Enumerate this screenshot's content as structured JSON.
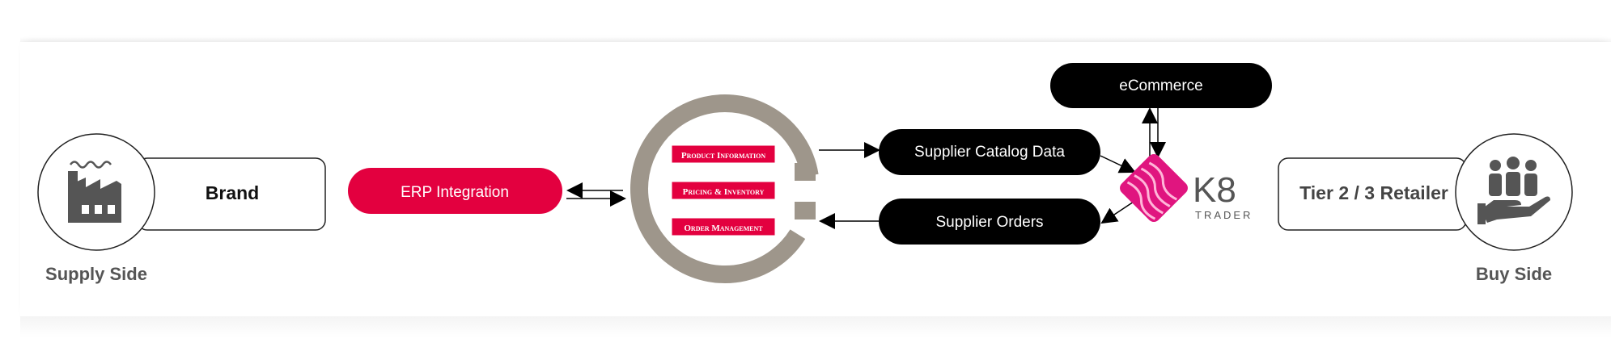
{
  "supply": {
    "name": "Brand",
    "side_label": "Supply Side",
    "icon": "factory-icon"
  },
  "erp": {
    "label": "ERP Integration",
    "color": "#e3003f"
  },
  "hub": {
    "ring_color": "#9e968b",
    "tag_color": "#e3003f",
    "items": [
      "Product Information",
      "Pricing & Inventory",
      "Order Management"
    ]
  },
  "flows": {
    "catalog_label": "Supplier Catalog Data",
    "orders_label": "Supplier Orders",
    "ecommerce_label": "eCommerce",
    "color": "#000000"
  },
  "k8": {
    "logo_text": "K8",
    "logo_subtext": "TRADER",
    "brand_color": "#e0157f",
    "icon": "k8-trader-logo"
  },
  "buyer": {
    "name": "Tier 2 / 3 Retailer",
    "side_label": "Buy Side",
    "icon": "retailer-hand-icon"
  }
}
